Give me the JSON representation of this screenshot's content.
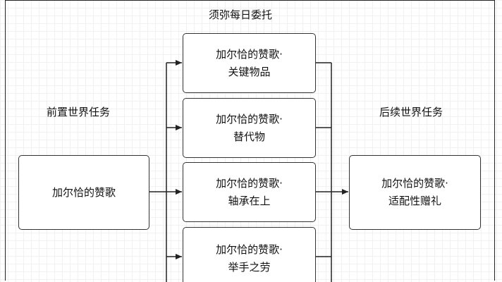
{
  "diagram": {
    "top_label": "须弥每日委托",
    "left_label": "前置世界任务",
    "right_label": "后续世界任务",
    "source_box": {
      "line1": "加尔恰的赞歌"
    },
    "middle_boxes": [
      {
        "line1": "加尔恰的赞歌·",
        "line2": "关键物品"
      },
      {
        "line1": "加尔恰的赞歌·",
        "line2": "替代物"
      },
      {
        "line1": "加尔恰的赞歌·",
        "line2": "轴承在上"
      },
      {
        "line1": "加尔恰的赞歌·",
        "line2": "举手之劳"
      }
    ],
    "target_box": {
      "line1": "加尔恰的赞歌·",
      "line2": "适配性赠礼"
    }
  }
}
